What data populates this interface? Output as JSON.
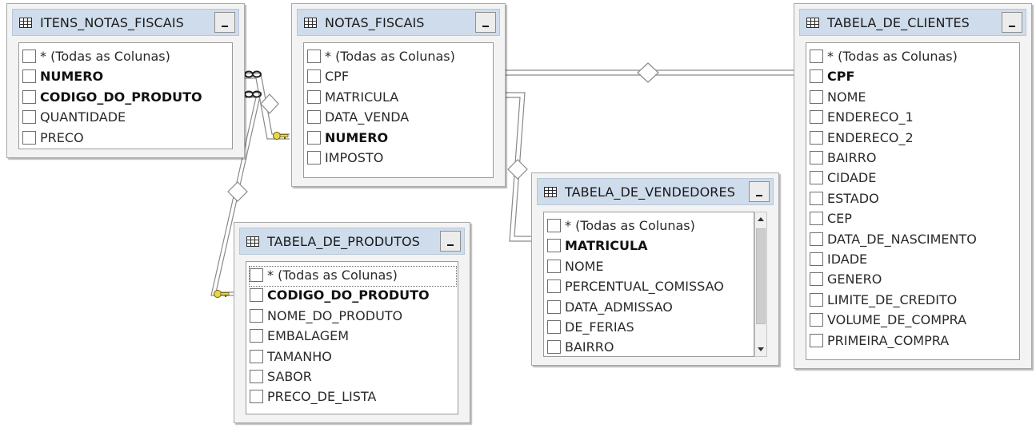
{
  "tables": {
    "itens_notas_fiscais": {
      "title": "ITENS_NOTAS_FISCAIS",
      "columns": [
        "* (Todas as Colunas)",
        "NUMERO",
        "CODIGO_DO_PRODUTO",
        "QUANTIDADE",
        "PRECO"
      ],
      "primary_keys": [
        "NUMERO",
        "CODIGO_DO_PRODUTO"
      ]
    },
    "notas_fiscais": {
      "title": "NOTAS_FISCAIS",
      "columns": [
        "* (Todas as Colunas)",
        "CPF",
        "MATRICULA",
        "DATA_VENDA",
        "NUMERO",
        "IMPOSTO"
      ],
      "primary_keys": [
        "NUMERO"
      ]
    },
    "tabela_de_clientes": {
      "title": "TABELA_DE_CLIENTES",
      "columns": [
        "* (Todas as Colunas)",
        "CPF",
        "NOME",
        "ENDERECO_1",
        "ENDERECO_2",
        "BAIRRO",
        "CIDADE",
        "ESTADO",
        "CEP",
        "DATA_DE_NASCIMENTO",
        "IDADE",
        "GENERO",
        "LIMITE_DE_CREDITO",
        "VOLUME_DE_COMPRA",
        "PRIMEIRA_COMPRA"
      ],
      "primary_keys": [
        "CPF"
      ]
    },
    "tabela_de_produtos": {
      "title": "TABELA_DE_PRODUTOS",
      "columns": [
        "* (Todas as Colunas)",
        "CODIGO_DO_PRODUTO",
        "NOME_DO_PRODUTO",
        "EMBALAGEM",
        "TAMANHO",
        "SABOR",
        "PRECO_DE_LISTA"
      ],
      "primary_keys": [
        "CODIGO_DO_PRODUTO"
      ]
    },
    "tabela_de_vendedores": {
      "title": "TABELA_DE_VENDEDORES",
      "columns": [
        "* (Todas as Colunas)",
        "MATRICULA",
        "NOME",
        "PERCENTUAL_COMISSAO",
        "DATA_ADMISSAO",
        "DE_FERIAS",
        "BAIRRO"
      ],
      "primary_keys": [
        "MATRICULA"
      ]
    }
  },
  "colors": {
    "header": "#cfdcec",
    "line": "#8a8a8a",
    "key": "#e8d64a"
  },
  "icons": [
    "table-icon",
    "minimize-icon",
    "key-icon",
    "infinity-icon",
    "relationship-diamond-icon",
    "checkbox-icon",
    "scroll-up-icon",
    "scroll-down-icon"
  ]
}
